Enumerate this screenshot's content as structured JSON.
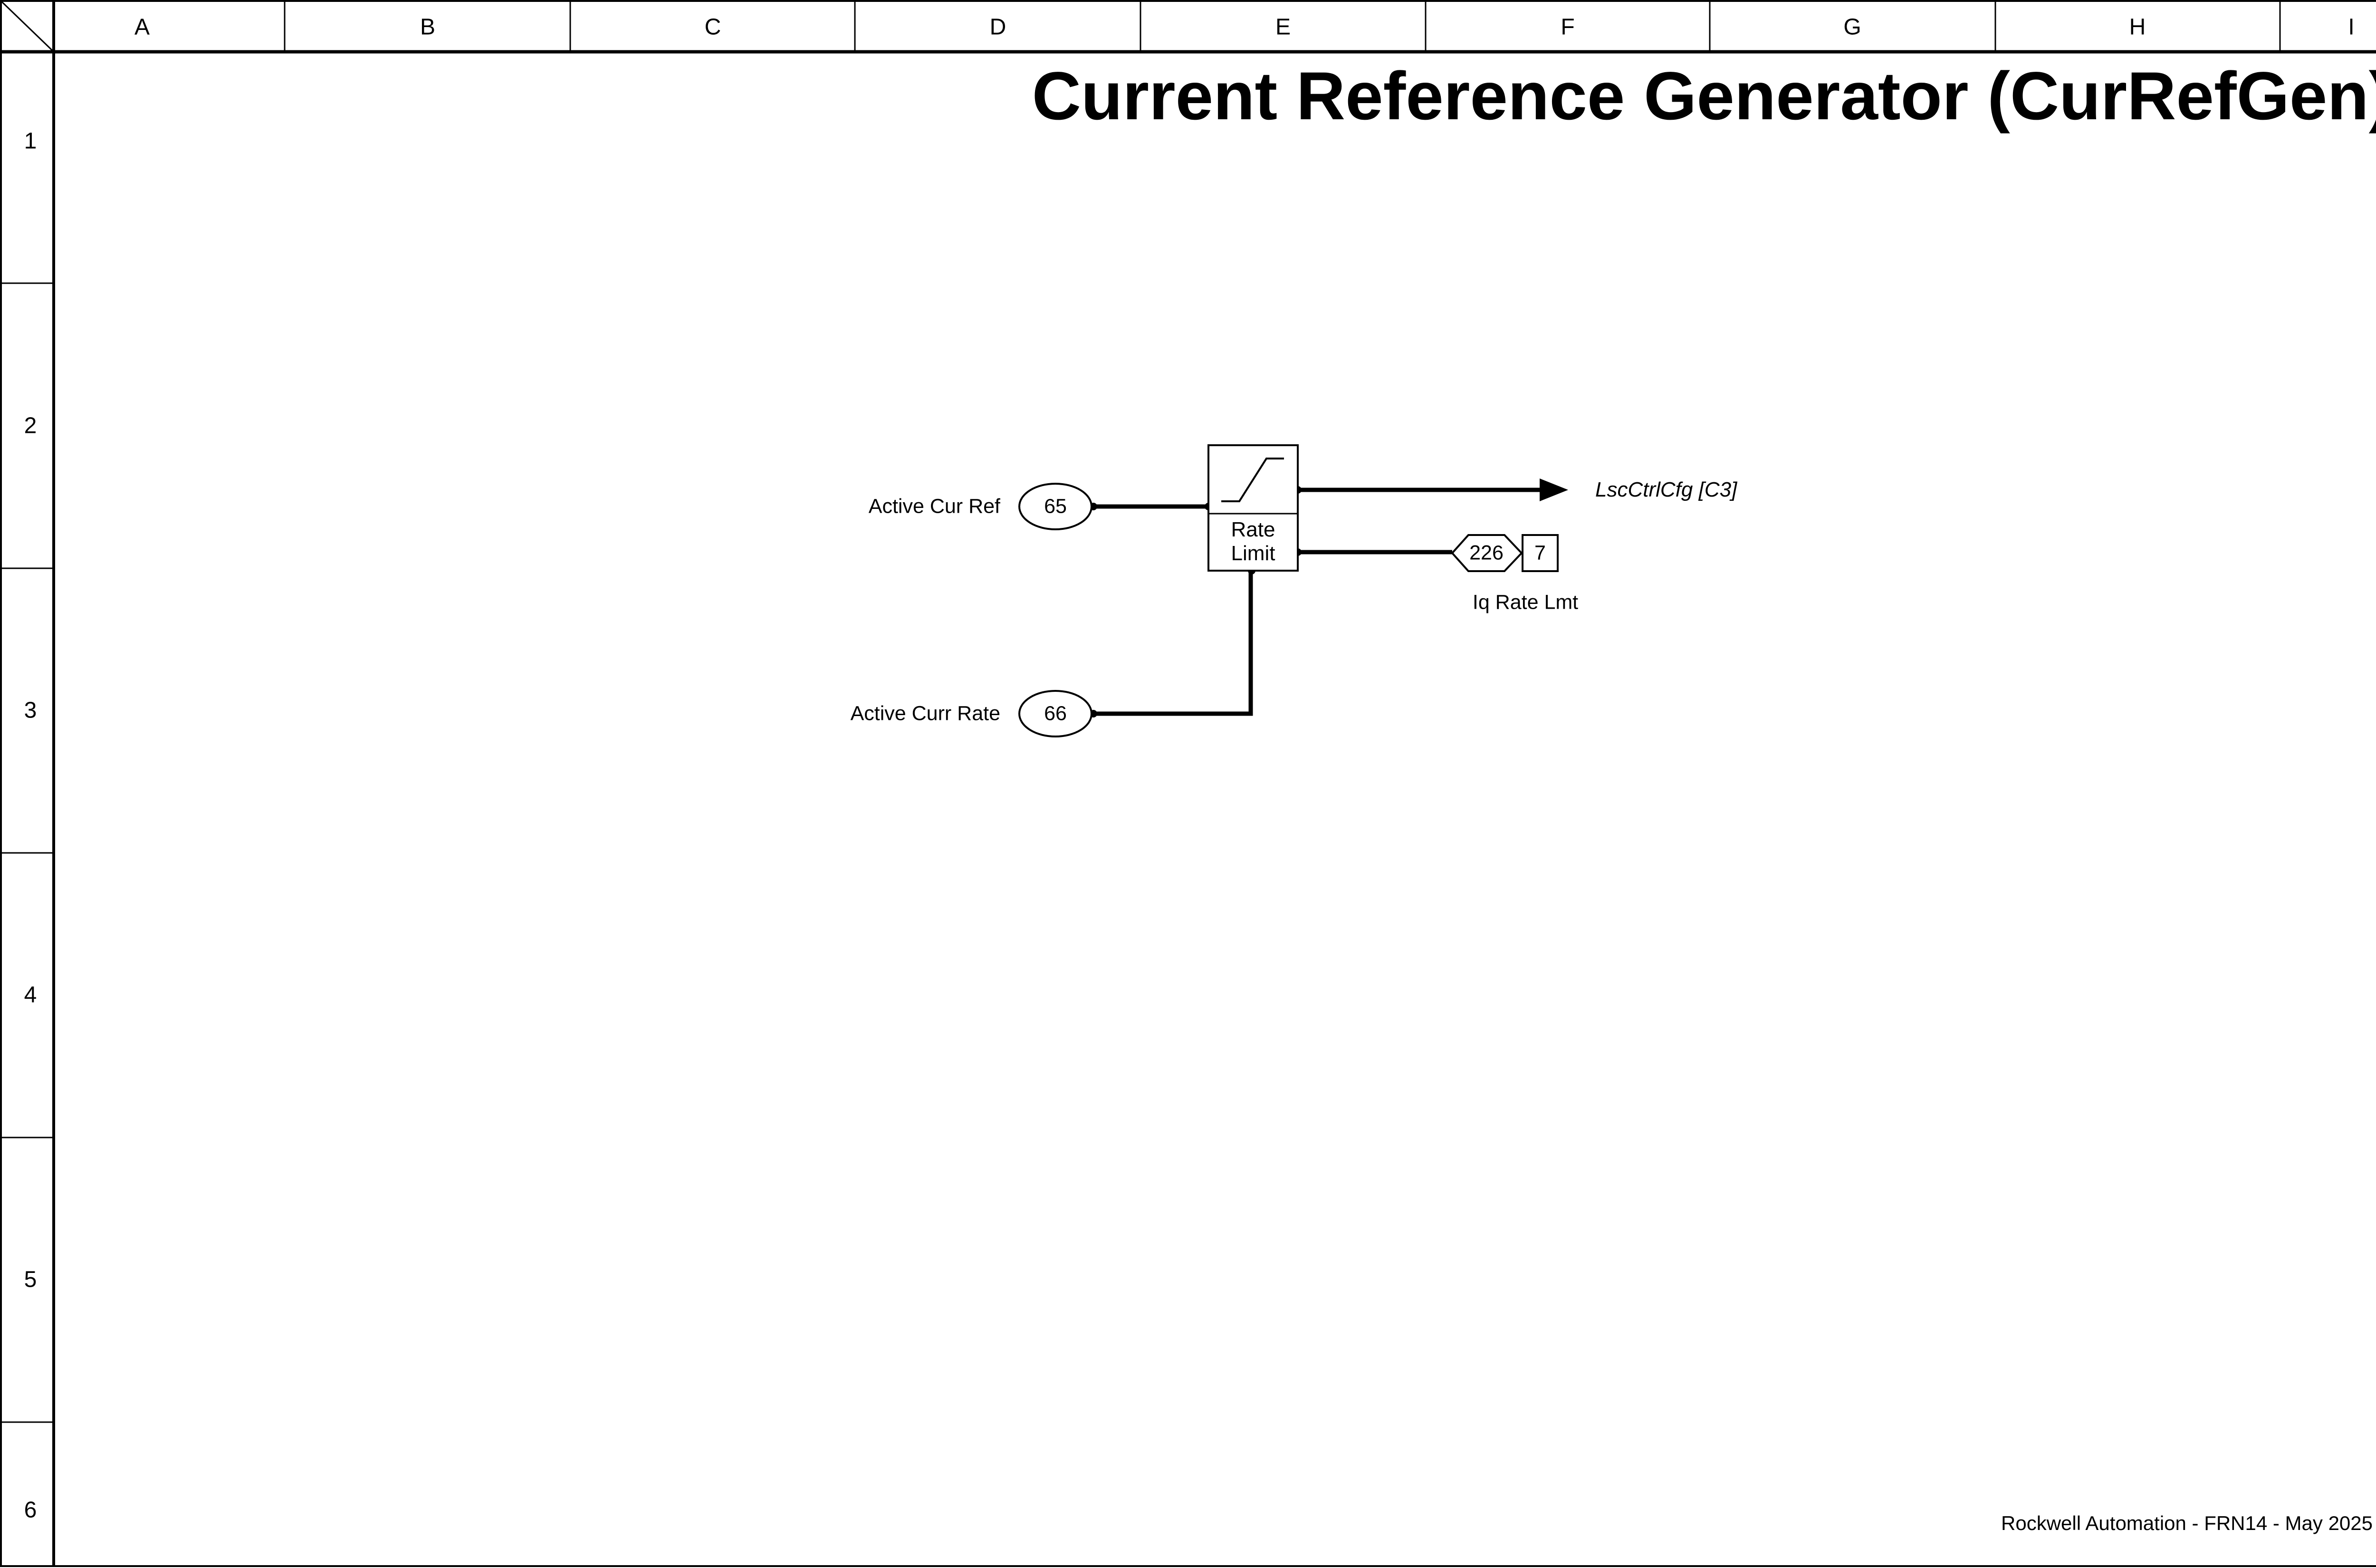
{
  "page": {
    "title": "Current Reference Generator (CurRefGen)",
    "footer": "Rockwell Automation - FRN14 - May 2025"
  },
  "grid": {
    "columns": [
      "A",
      "B",
      "C",
      "D",
      "E",
      "F",
      "G",
      "H",
      "I"
    ],
    "rows": [
      "1",
      "2",
      "3",
      "4",
      "5",
      "6"
    ]
  },
  "diagram": {
    "block": {
      "label_line1": "Rate",
      "label_line2": "Limit",
      "icon": "slew-rate-limit-icon"
    },
    "inputs": [
      {
        "label": "Active Cur Ref",
        "number": "65"
      },
      {
        "label": "Active Curr Rate",
        "number": "66"
      }
    ],
    "output": {
      "label": "LscCtrlCfg [C3]"
    },
    "parameter": {
      "number": "226",
      "datalink": "7",
      "label": "Iq Rate Lmt"
    }
  },
  "colors": {
    "ink": "#000000",
    "paper": "#ffffff"
  }
}
